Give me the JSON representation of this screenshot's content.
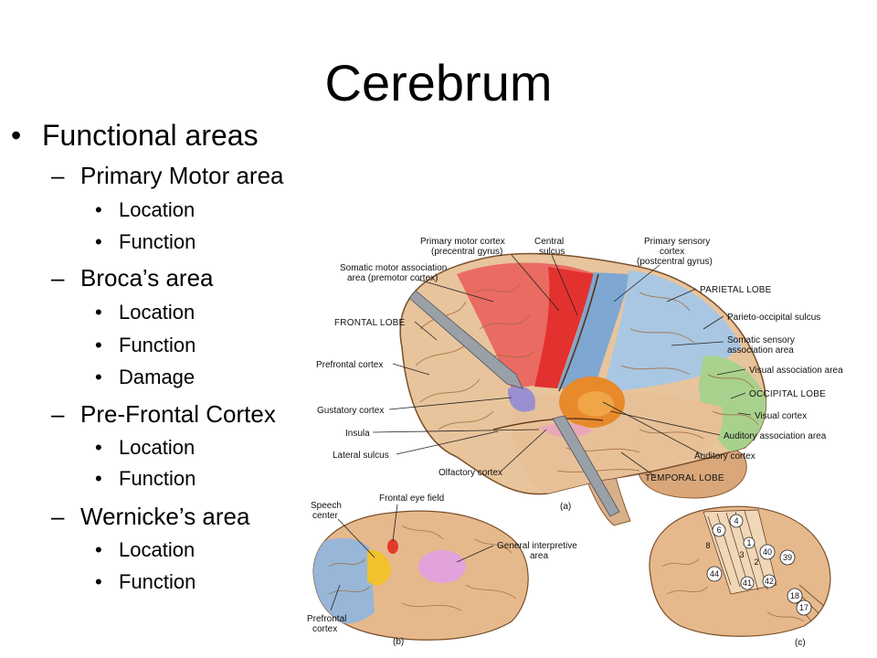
{
  "slide": {
    "title": "Cerebrum",
    "bullet_marks": {
      "level1": "•",
      "level2": "–",
      "level3": "•"
    },
    "outline": {
      "heading": "Functional areas",
      "sections": [
        {
          "label": "Primary Motor area",
          "items": [
            "Location",
            "Function"
          ]
        },
        {
          "label": "Broca’s area",
          "items": [
            "Location",
            "Function",
            "Damage"
          ]
        },
        {
          "label": "Pre-Frontal Cortex",
          "items": [
            "Location",
            "Function"
          ]
        },
        {
          "label": "Wernicke’s area",
          "items": [
            "Location",
            "Function"
          ]
        }
      ]
    }
  },
  "figure": {
    "main_labels": {
      "primary_motor_cortex_1": "Primary motor cortex",
      "primary_motor_cortex_2": "(precentral gyrus)",
      "central_sulcus_1": "Central",
      "central_sulcus_2": "sulcus",
      "primary_sensory_1": "Primary sensory",
      "primary_sensory_2": "cortex",
      "primary_sensory_3": "(postcentral gyrus)",
      "somatic_motor_assoc_1": "Somatic motor association",
      "somatic_motor_assoc_2": "area (premotor cortex)",
      "parietal_lobe": "PARIETAL LOBE",
      "frontal_lobe": "FRONTAL LOBE",
      "parieto_occipital": "Parieto-occipital sulcus",
      "somatic_sensory_assoc_1": "Somatic sensory",
      "somatic_sensory_assoc_2": "association area",
      "prefrontal_cortex": "Prefrontal cortex",
      "visual_assoc": "Visual association area",
      "gustatory_cortex": "Gustatory cortex",
      "occipital_lobe": "OCCIPITAL LOBE",
      "insula": "Insula",
      "visual_cortex": "Visual cortex",
      "lateral_sulcus": "Lateral sulcus",
      "auditory_assoc": "Auditory association area",
      "auditory_cortex": "Auditory cortex",
      "olfactory_cortex": "Olfactory cortex",
      "temporal_lobe": "TEMPORAL LOBE",
      "panel_a": "(a)"
    },
    "panel_b_labels": {
      "speech_center_1": "Speech",
      "speech_center_2": "center",
      "frontal_eye_field": "Frontal eye field",
      "general_interpretive_1": "General interpretive",
      "general_interpretive_2": "area",
      "prefrontal_1": "Prefrontal",
      "prefrontal_2": "cortex",
      "panel_b": "(b)"
    },
    "panel_c_labels": {
      "area_6": "6",
      "area_4": "4",
      "area_8": "8",
      "area_3": "3",
      "area_1": "1",
      "area_2": "2",
      "area_40": "40",
      "area_39": "39",
      "area_44": "44",
      "area_41": "41",
      "area_42": "42",
      "area_18": "18",
      "area_17": "17",
      "panel_c": "(c)"
    },
    "colors": {
      "frontal": "#e8c49c",
      "motor": "#e8564f",
      "sensory": "#8fb6d8",
      "parietal": "#a9c7e2",
      "occipital": "#a9d18e",
      "temporal": "#e7b887",
      "auditory": "#e8892c",
      "broca": "#9a8fd0",
      "insula": "#e9a7b8",
      "gyrus_lines": "#b07a4a",
      "cerebellum": "#d9a77a"
    }
  }
}
